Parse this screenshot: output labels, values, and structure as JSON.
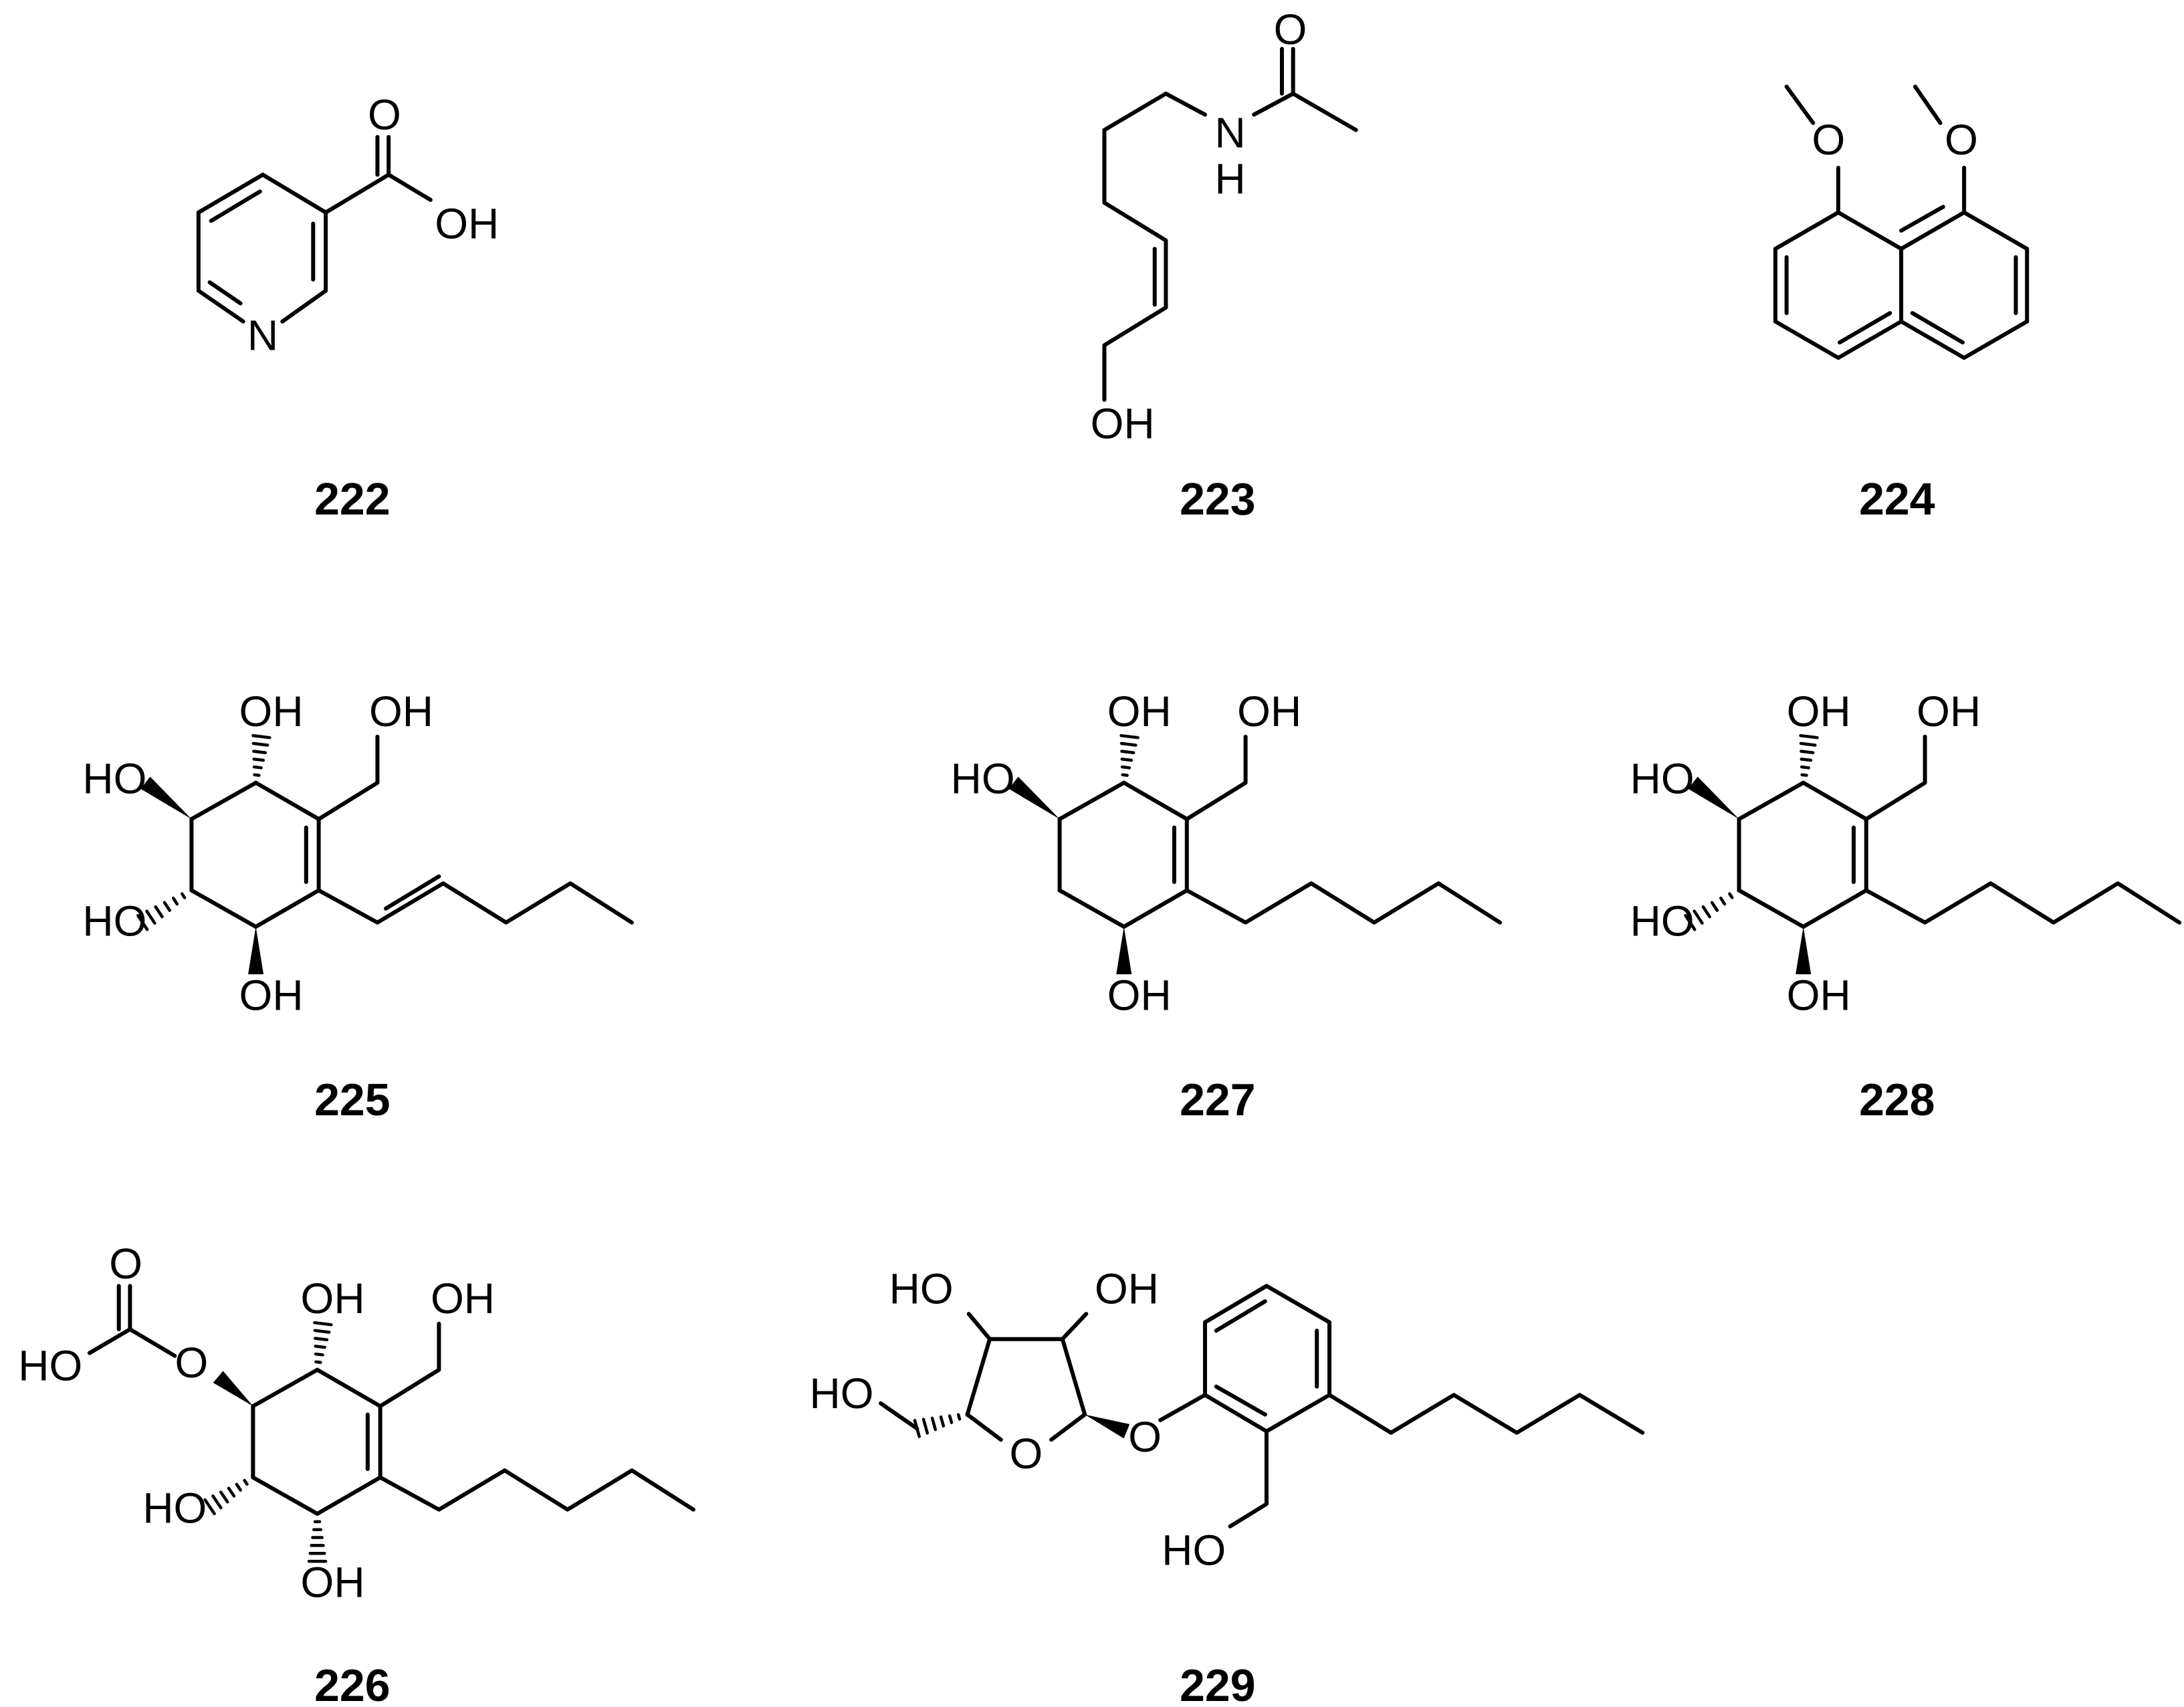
{
  "colors": {
    "ink": "#000000",
    "background": "#ffffff"
  },
  "compounds": [
    {
      "id": "222",
      "label": "222",
      "atoms": [
        "O",
        "OH",
        "N"
      ]
    },
    {
      "id": "223",
      "label": "223",
      "atoms": [
        "O",
        "N",
        "H",
        "OH"
      ]
    },
    {
      "id": "224",
      "label": "224",
      "atoms": [
        "O",
        "O"
      ]
    },
    {
      "id": "225",
      "label": "225",
      "atoms": [
        "OH",
        "OH",
        "HO",
        "HO",
        "OH"
      ]
    },
    {
      "id": "227",
      "label": "227",
      "atoms": [
        "OH",
        "OH",
        "HO",
        "OH"
      ]
    },
    {
      "id": "228",
      "label": "228",
      "atoms": [
        "OH",
        "OH",
        "HO",
        "HO",
        "OH"
      ]
    },
    {
      "id": "226",
      "label": "226",
      "atoms": [
        "O",
        "HO",
        "O",
        "OH",
        "OH",
        "HO",
        "OH"
      ]
    },
    {
      "id": "229",
      "label": "229",
      "atoms": [
        "HO",
        "OH",
        "HO",
        "O",
        "O",
        "HO"
      ]
    }
  ]
}
